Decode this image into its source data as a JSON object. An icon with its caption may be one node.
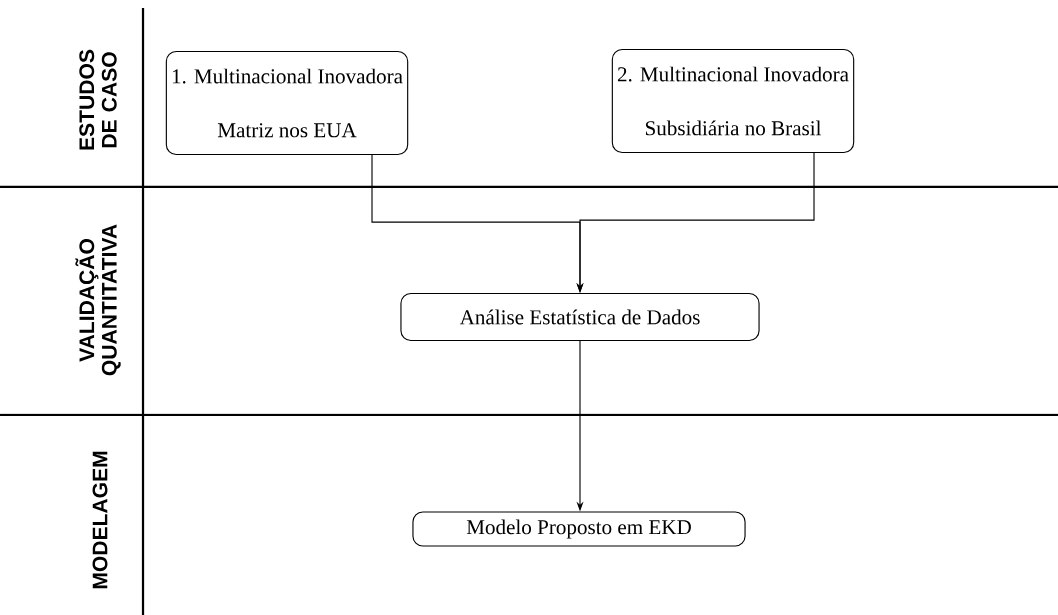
{
  "diagram": {
    "nodes": [
      {
        "text": [
          "1. Multinacional Inovadora",
          "Matriz nos EUA"
        ]
      },
      {
        "text": [
          "2. Multinacional Inovadora",
          "Subsidiária no Brasil"
        ]
      },
      {
        "text": [
          "Análise Estatística de Dados"
        ]
      },
      {
        "text": [
          "Modelo Proposto em EKD"
        ]
      }
    ],
    "edges": [
      {
        "from": 0,
        "to": 2,
        "arrow": "to"
      },
      {
        "from": 1,
        "to": 2,
        "arrow": "to"
      },
      {
        "from": 2,
        "to": 3,
        "arrow": "to"
      }
    ],
    "labels": [
      "ESTUDOS DE CASO",
      "VALIDAÇÃO QUANTITATIVA",
      "MODELAGEM"
    ]
  }
}
